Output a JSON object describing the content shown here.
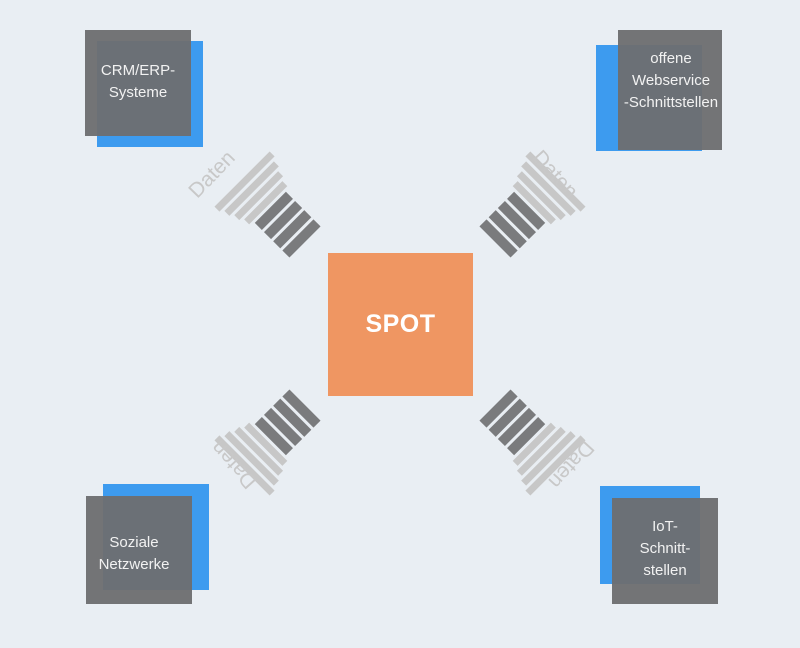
{
  "center": {
    "label": "SPOT"
  },
  "nodes": [
    {
      "id": "top-left",
      "label": "CRM/ERP-\nSysteme"
    },
    {
      "id": "top-right",
      "label": "offene\nWebservice\n-Schnittstellen"
    },
    {
      "id": "bottom-left",
      "label": "Soziale\nNetzwerke"
    },
    {
      "id": "bottom-right",
      "label": "IoT-\nSchnitt-\nstellen"
    }
  ],
  "edge_labels": [
    "Daten",
    "Daten",
    "Daten",
    "Daten"
  ],
  "colors": {
    "background": "#e9eef3",
    "center": "#ef9662",
    "node_grey": "#6d6e70",
    "node_accent": "#3d9bef",
    "connector_light": "#c7c7c7",
    "connector_dark": "#7a7b7d",
    "edge_label": "#c8c8c8"
  }
}
